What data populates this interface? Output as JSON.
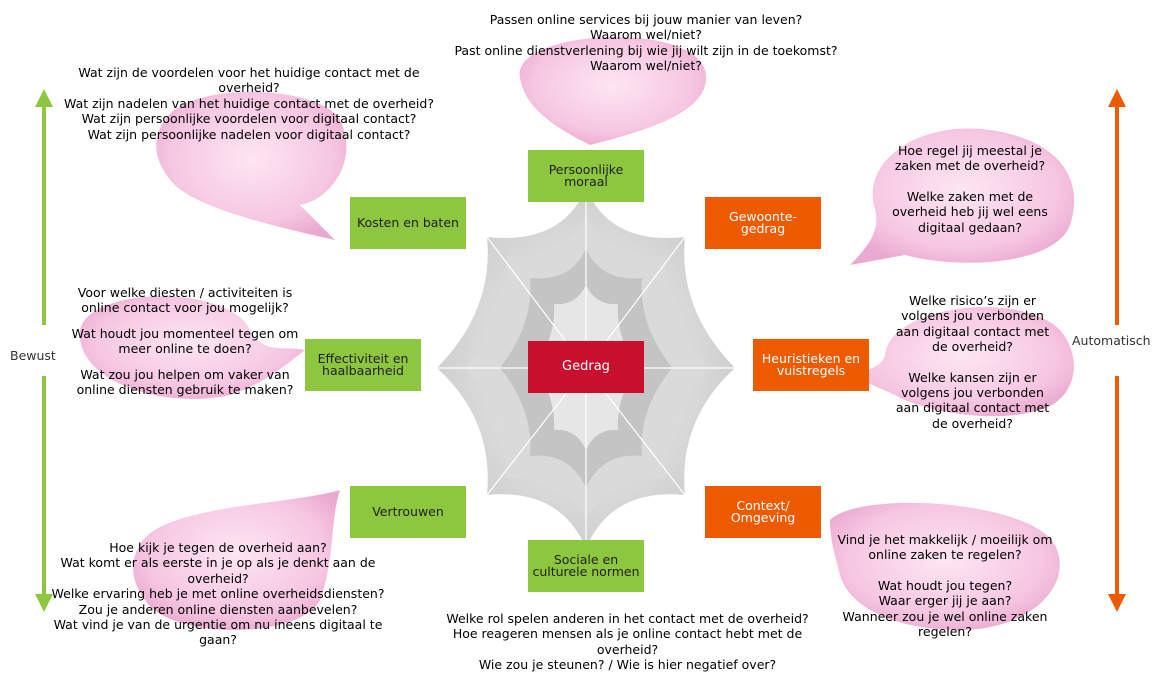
{
  "colors": {
    "green": "#8dc63f",
    "orange": "#ee5a00",
    "red": "#c8102e",
    "bubble": "#f6c7e2",
    "web": "#b3b3b3"
  },
  "center": {
    "label": "Gedrag"
  },
  "nodes": {
    "moraal": "Persoonlijke moraal",
    "kosten": "Kosten en baten",
    "effectiviteit": "Effectiviteit en haalbaarheid",
    "vertrouwen": "Vertrouwen",
    "sociaal": "Sociale en culturele normen",
    "gewoonte": "Gewoonte-gedrag",
    "heuristieken": "Heuristieken en vuistregels",
    "context": "Context/ Omgeving"
  },
  "sides": {
    "left": "Bewust",
    "right": "Automatisch"
  },
  "questions": {
    "moraal": [
      "Passen online services bij jouw manier van leven?",
      "Waarom wel/niet?",
      "Past online dienstverlening bij wie jij wilt zijn in de toekomst?",
      "Waarom wel/niet?"
    ],
    "kosten": [
      "Wat zijn de voordelen voor het huidige contact met de overheid?",
      "Wat zijn nadelen van het huidige contact met de overheid?",
      "Wat zijn persoonlijke voordelen voor digitaal contact?",
      "Wat zijn persoonlijke nadelen voor digitaal contact?"
    ],
    "effectiviteit": [
      "Voor welke diesten / activiteiten is online contact voor jou mogelijk?",
      "Wat houdt jou momenteel tegen om meer online te doen?",
      "Wat zou jou helpen om vaker van online diensten gebruik te maken?"
    ],
    "vertrouwen": [
      "Hoe kijk je tegen de overheid aan?",
      "Wat komt er als eerste in je op als je denkt aan de overheid?",
      "Welke ervaring heb je met online overheidsdiensten?",
      "Zou je anderen online diensten aanbevelen?",
      "Wat vind je van de urgentie om nu ineens digitaal te gaan?"
    ],
    "sociaal": [
      "Welke rol spelen anderen in het contact met de overheid?",
      "Hoe reageren mensen als je online contact hebt met de overheid?",
      "Wie zou je steunen? / Wie is hier negatief over?"
    ],
    "gewoonte": [
      "Hoe regel jij meestal je zaken met de overheid?",
      "Welke zaken met de overheid heb jij wel eens digitaal gedaan?"
    ],
    "heuristieken": [
      "Welke risico’s zijn er volgens jou verbonden aan digitaal contact met de overheid?",
      "Welke kansen zijn er volgens jou verbonden aan digitaal contact met de overheid?"
    ],
    "context": [
      "Vind je het makkelijk / moeilijk om online zaken te regelen?",
      "Wat houdt jou tegen?",
      "Waar erger jij je aan?",
      "Wanneer zou je wel online zaken regelen?"
    ]
  }
}
